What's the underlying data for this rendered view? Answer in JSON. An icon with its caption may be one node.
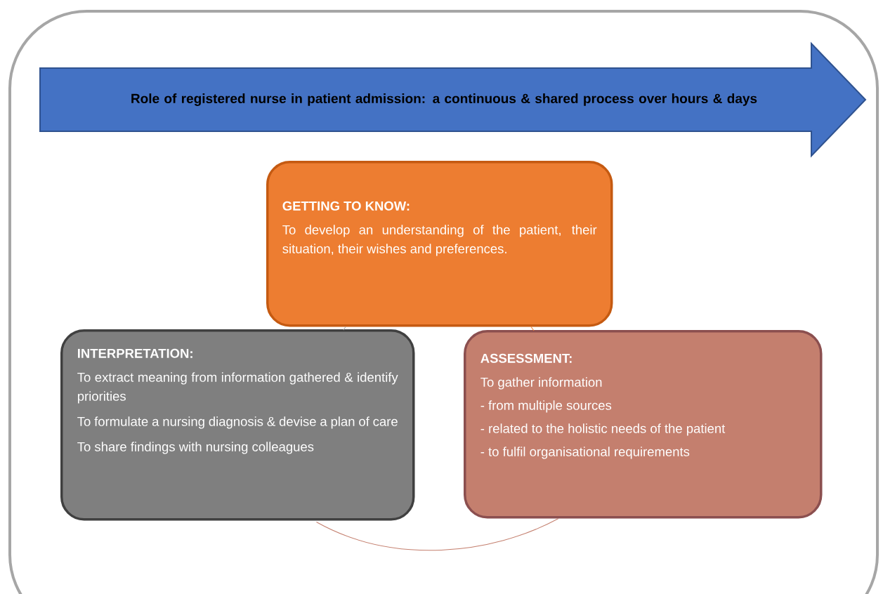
{
  "diagram": {
    "nodes": [
      {
        "text": [
          "Role of registered nurse in patient admission: a continuous & shared process over hours & days"
        ]
      },
      {
        "text": [
          "GETTING TO KNOW:",
          "To develop an understanding of the patient, their situation, their wishes and preferences."
        ]
      },
      {
        "text": [
          "INTERPRETATION:",
          "To extract meaning from information gathered & identify priorities",
          "To formulate a nursing diagnosis & devise a plan of care",
          "To share findings with nursing colleagues"
        ]
      },
      {
        "text": [
          "ASSESSMENT:",
          "To gather information",
          "- from multiple sources",
          "- related to the holistic needs of the patient",
          "- to fulfil organisational requirements"
        ]
      }
    ],
    "edges": [
      {
        "from": 1,
        "to": 3,
        "arrow": "none",
        "color": "#ed7d31"
      },
      {
        "from": 3,
        "to": 2,
        "arrow": "none",
        "color": "#c47f6e"
      },
      {
        "from": 2,
        "to": 1,
        "arrow": "none",
        "color": "#a5a5a5"
      }
    ]
  }
}
